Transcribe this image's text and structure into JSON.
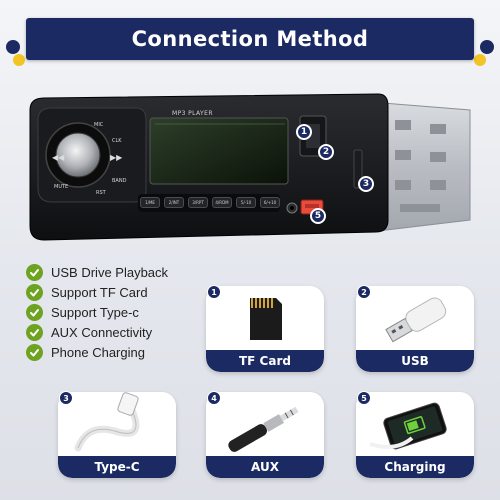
{
  "header": {
    "title": "Connection Method"
  },
  "device": {
    "lcd_label": "MP3 PLAYER",
    "knob_labels": {
      "mic": "MIC",
      "clk": "CLK",
      "band": "BAND",
      "mute": "MUTE",
      "rst": "RST"
    },
    "preset_buttons": [
      "1/ME",
      "2/INT",
      "3/RPT",
      "4/RDM",
      "5/-10",
      "6/+10"
    ],
    "hotspots": [
      "1",
      "2",
      "3",
      "5"
    ]
  },
  "features": [
    "USB Drive Playback",
    "Support TF Card",
    "Support Type-c",
    "AUX Connectivity",
    "Phone Charging"
  ],
  "cards": [
    {
      "num": "1",
      "label": "TF Card",
      "icon": "tf-card-icon"
    },
    {
      "num": "2",
      "label": "USB",
      "icon": "usb-drive-icon"
    },
    {
      "num": "3",
      "label": "Type-C",
      "icon": "type-c-cable-icon"
    },
    {
      "num": "4",
      "label": "AUX",
      "icon": "aux-cable-icon"
    },
    {
      "num": "5",
      "label": "Charging",
      "icon": "phone-charging-icon"
    }
  ],
  "colors": {
    "navy": "#1c2a63",
    "accent_yellow": "#f2c424",
    "check_green": "#6ea322"
  }
}
